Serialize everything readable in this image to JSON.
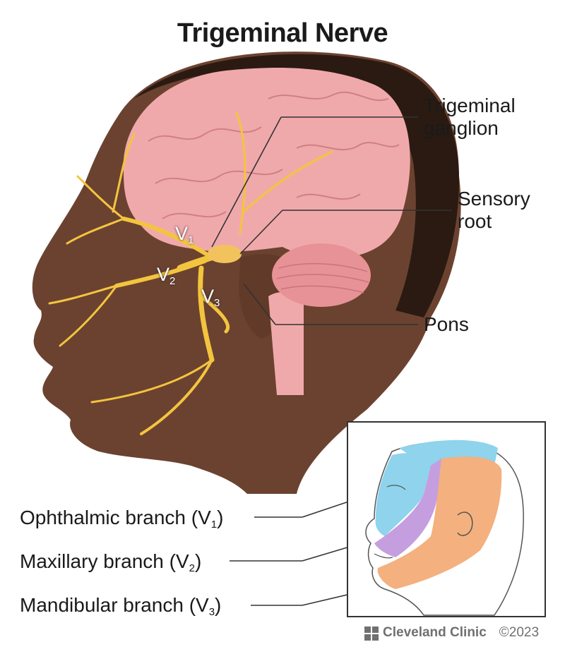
{
  "title": "Trigeminal Nerve",
  "labels": {
    "trigeminal_ganglion": [
      "Trigeminal",
      "ganglion"
    ],
    "sensory_root": [
      "Sensory",
      "root"
    ],
    "pons": "Pons"
  },
  "nerve_divisions": [
    {
      "base": "V",
      "sub": "1"
    },
    {
      "base": "V",
      "sub": "2"
    },
    {
      "base": "V",
      "sub": "3"
    }
  ],
  "branches": [
    {
      "name": "Ophthalmic branch (V",
      "sub": "1",
      "end": ")",
      "color": "#8fd3ec"
    },
    {
      "name": "Maxillary branch (V",
      "sub": "2",
      "end": ")",
      "color": "#c59ee0"
    },
    {
      "name": "Mandibular branch (V",
      "sub": "3",
      "end": ")",
      "color": "#f4b07e"
    }
  ],
  "footer": {
    "brand": "Cleveland Clinic",
    "copyright": "©2023"
  },
  "colors": {
    "skin": "#6b4230",
    "brain": "#f0a9ab",
    "nerve": "#f3c53e"
  }
}
